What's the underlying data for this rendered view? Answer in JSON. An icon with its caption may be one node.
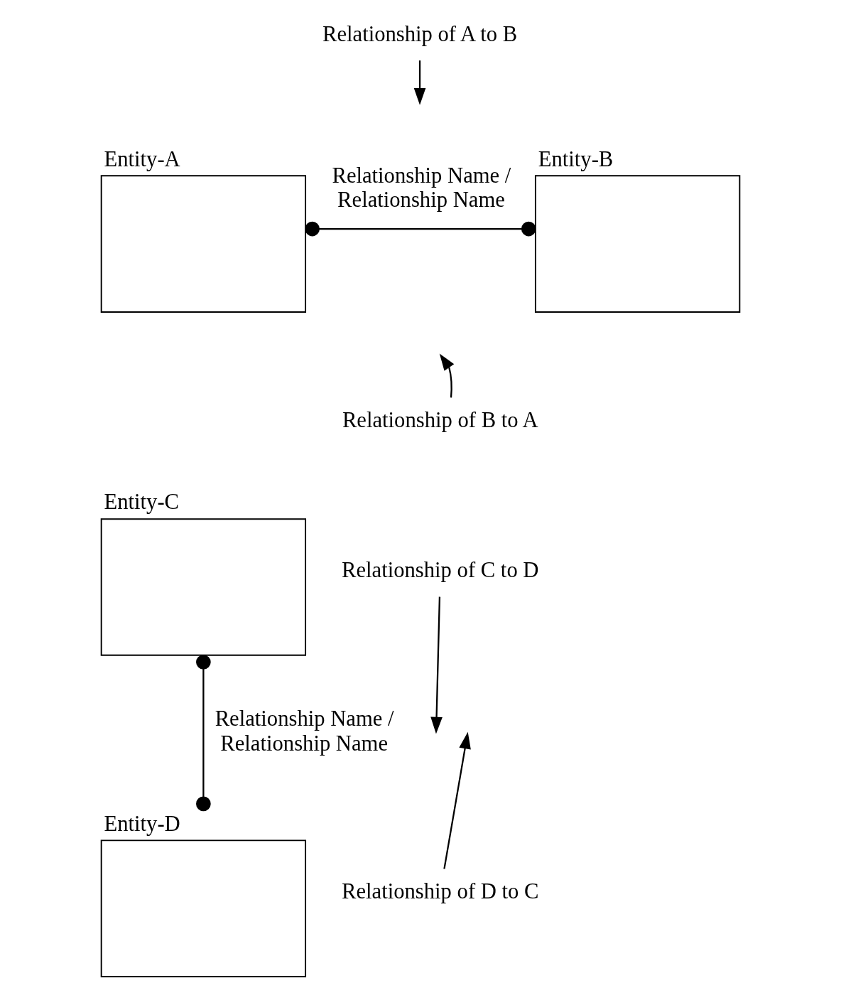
{
  "diagram": {
    "nodes": [
      {
        "text": [
          "Relationship of A to B"
        ]
      },
      {
        "text": [
          "Entity-A"
        ]
      },
      {
        "text": [
          "Entity-B"
        ]
      },
      {
        "text": [
          "Relationship of B to A"
        ]
      },
      {
        "text": [
          "Entity-C"
        ]
      },
      {
        "text": [
          "Relationship of C to D"
        ]
      },
      {
        "text": [
          "Entity-D"
        ]
      },
      {
        "text": [
          "Relationship of D to C"
        ]
      }
    ],
    "edges": [
      {
        "from": 1,
        "to": 2,
        "arrow": "other",
        "label": "Relationship Name / Relationship Name"
      },
      {
        "from": 0,
        "to": null,
        "arrow": "to"
      },
      {
        "from": 3,
        "to": null,
        "arrow": "to"
      },
      {
        "from": 4,
        "to": 6,
        "arrow": "other",
        "label": "Relationship Name / Relationship Name"
      },
      {
        "from": 5,
        "to": null,
        "arrow": "to"
      },
      {
        "from": 7,
        "to": null,
        "arrow": "to"
      }
    ]
  }
}
